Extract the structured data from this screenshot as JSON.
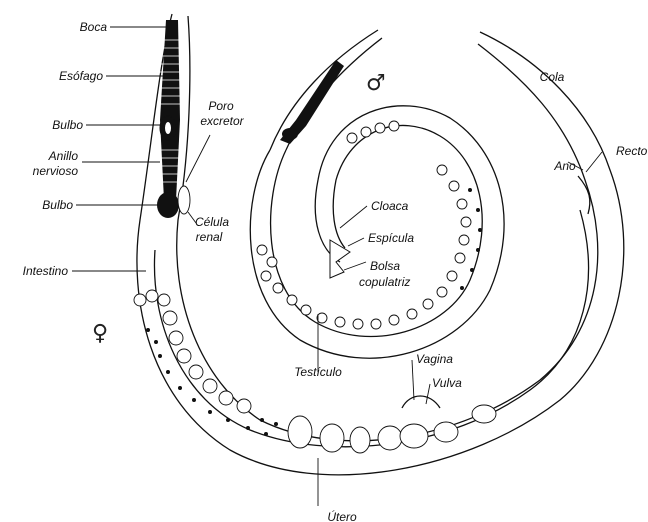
{
  "figure": {
    "labels": {
      "boca": "Boca",
      "esofago": "Esófago",
      "bulbo_1": "Bulbo",
      "anillo_1": "Anillo",
      "anillo_2": "nervioso",
      "bulbo_2": "Bulbo",
      "intestino": "Intestino",
      "poro_1": "Poro",
      "poro_2": "excretor",
      "celula_1": "Célula",
      "celula_2": "renal",
      "cola": "Cola",
      "ano": "Ano",
      "recto": "Recto",
      "cloaca": "Cloaca",
      "espicula": "Espícula",
      "bolsa_1": "Bolsa",
      "bolsa_2": "copulatriz",
      "testiculo": "Testículo",
      "vagina": "Vagina",
      "vulva": "Vulva",
      "utero": "Útero"
    },
    "symbols": {
      "male": "♂",
      "female": "♀"
    }
  }
}
